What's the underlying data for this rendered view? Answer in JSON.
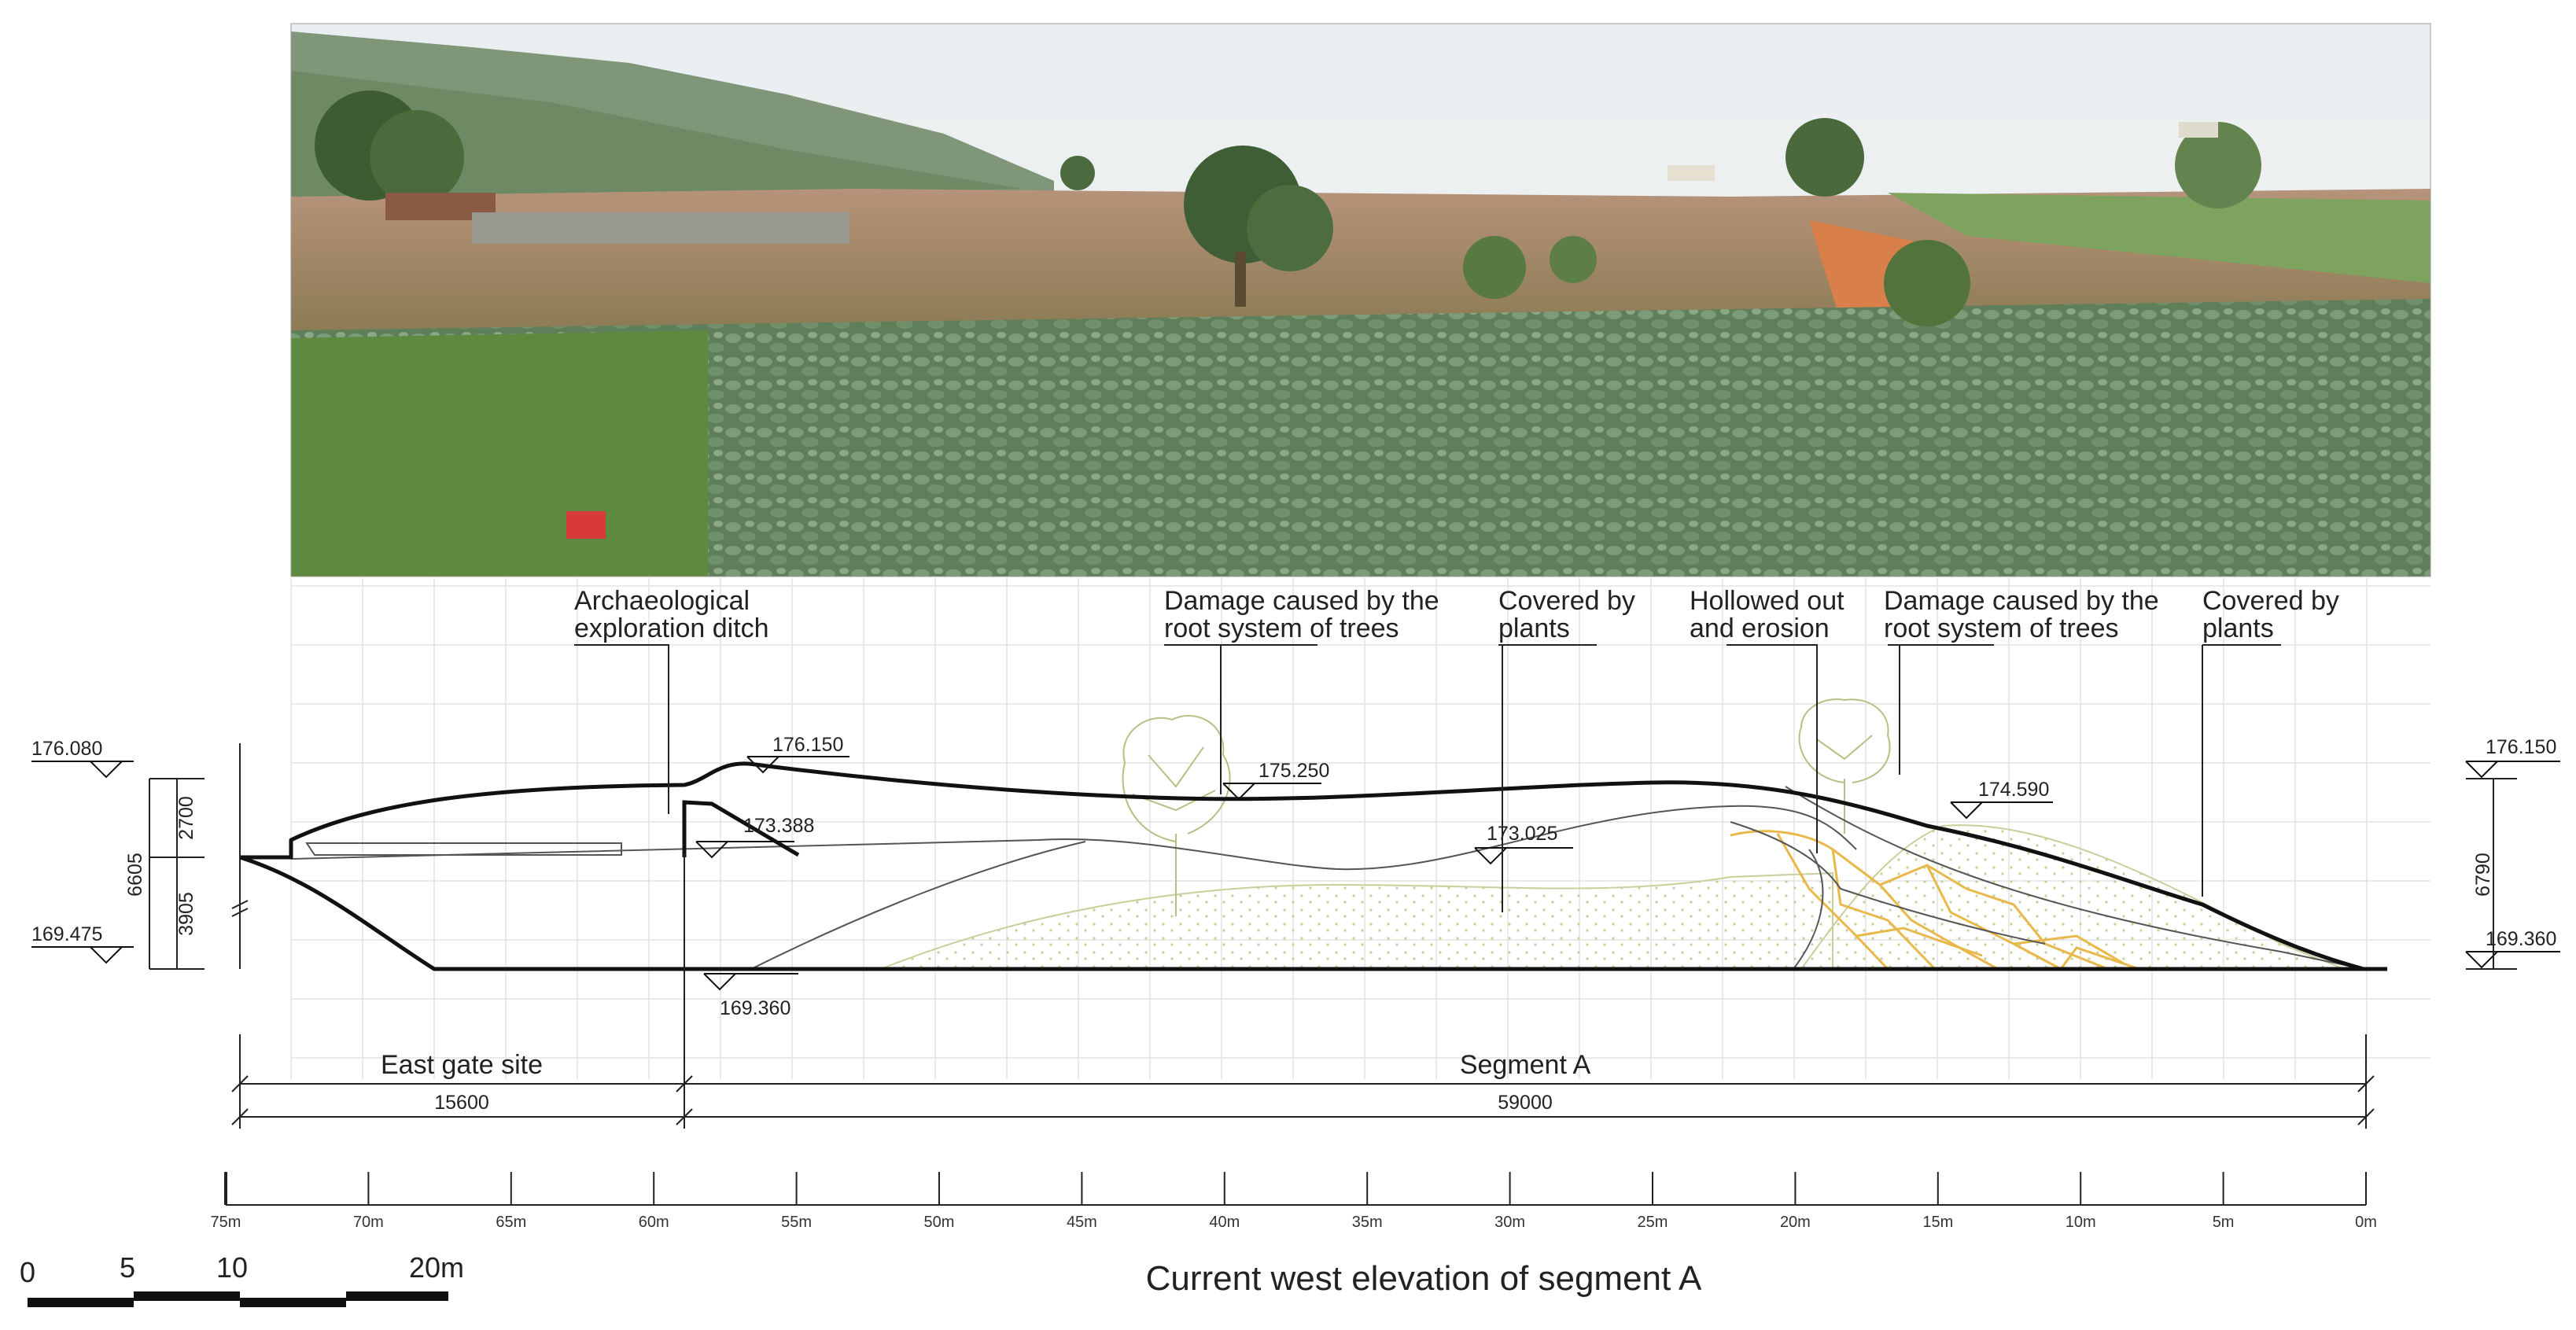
{
  "photo": {
    "description_icon": "panorama-photo-icon"
  },
  "annotations": [
    {
      "id": "archaeological-ditch",
      "lines": [
        "Archaeological",
        "exploration ditch"
      ]
    },
    {
      "id": "tree-damage-1",
      "lines": [
        "Damage caused by the",
        "root system of trees"
      ]
    },
    {
      "id": "covered-plants-1",
      "lines": [
        "Covered by",
        "plants"
      ]
    },
    {
      "id": "hollowed-erosion",
      "lines": [
        "Hollowed out",
        "and erosion"
      ]
    },
    {
      "id": "tree-damage-2",
      "lines": [
        "Damage caused by the",
        "root system of trees"
      ]
    },
    {
      "id": "covered-plants-2",
      "lines": [
        "Covered by",
        "plants"
      ]
    }
  ],
  "elevations": {
    "left_top": "176.080",
    "left_bottom": "169.475",
    "right_top": "176.150",
    "right_bottom": "169.360",
    "peak": "176.150",
    "ditch": "173.388",
    "mid_top": "175.250",
    "mid_inner": "173.025",
    "right_inner": "174.590",
    "base": "169.360"
  },
  "dimensions": {
    "left_upper": "2700",
    "left_lower": "3905",
    "left_total": "6605",
    "right_total": "6790",
    "east_gate": "15600",
    "segment_a": "59000"
  },
  "sections": {
    "east_gate": "East gate site",
    "segment_a": "Segment A"
  },
  "distance_ticks": [
    "75m",
    "70m",
    "65m",
    "60m",
    "55m",
    "50m",
    "45m",
    "40m",
    "35m",
    "30m",
    "25m",
    "20m",
    "15m",
    "10m",
    "5m",
    "0m"
  ],
  "scale_bar": {
    "labels": [
      "0",
      "5",
      "10",
      "20m"
    ]
  },
  "title": "Current west elevation of segment A",
  "colors": {
    "outline": "#111111",
    "plant_hatch": "#c9cf9a",
    "erosion": "#e8b84a",
    "tree": "#b7bf86",
    "grid": "#e3e3e3"
  }
}
